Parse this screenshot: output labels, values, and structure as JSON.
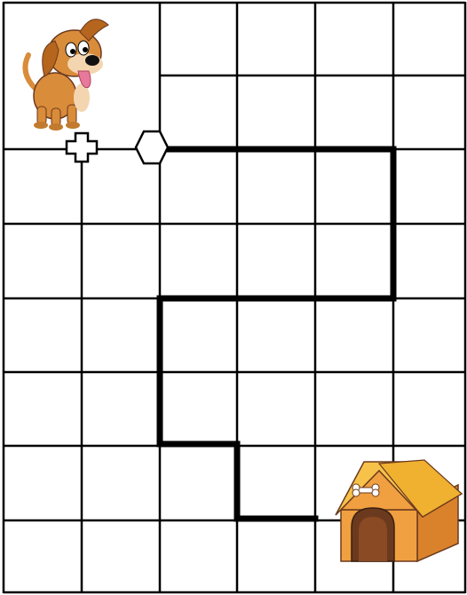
{
  "puzzle": {
    "rows": 8,
    "cols": 6,
    "start_label": "dog",
    "goal_label": "doghouse",
    "icons": {
      "start": "dog-icon",
      "goal": "doghouse-icon",
      "cross": "cross-marker-icon",
      "hexagon": "hexagon-marker-icon"
    },
    "path_cells": [
      [
        2,
        2
      ],
      [
        2,
        5
      ],
      [
        4,
        5
      ],
      [
        4,
        2
      ],
      [
        6,
        2
      ],
      [
        6,
        3
      ],
      [
        7,
        3
      ],
      [
        7,
        4
      ]
    ],
    "colors": {
      "grid": "#000000",
      "path": "#000000",
      "dog_body": "#d98c3a",
      "dog_ear": "#b5651d",
      "dog_tongue": "#e8799a",
      "house_wall": "#f0a040",
      "house_roof": "#f6c24a",
      "house_door": "#6b3a1e"
    }
  }
}
